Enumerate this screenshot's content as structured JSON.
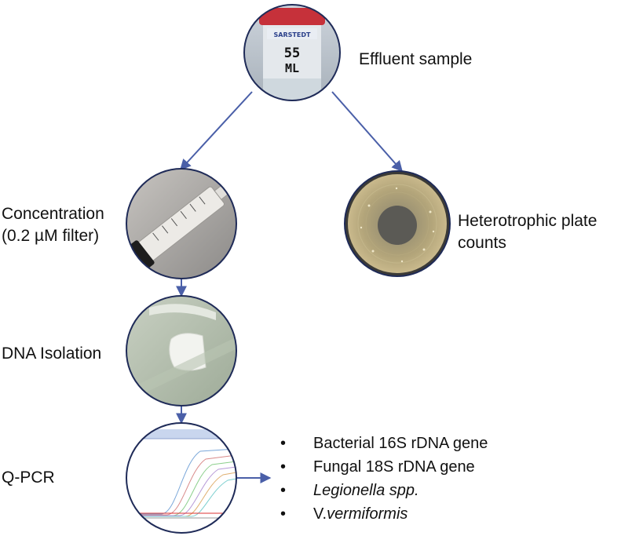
{
  "nodes": {
    "effluent": {
      "label": "Effluent sample",
      "photo_text": {
        "brand": "SARSTEDT",
        "volume_line1": "55",
        "volume_line2": "ML"
      }
    },
    "concentration": {
      "label_line1": "Concentration",
      "label_line2": "(0.2 µM filter)"
    },
    "hpc": {
      "label_line1": "Heterotrophic plate",
      "label_line2": "counts"
    },
    "dna": {
      "label": "DNA Isolation"
    },
    "qpcr": {
      "label": "Q-PCR"
    }
  },
  "qpcr_targets": [
    {
      "text": "Bacterial 16S rDNA gene",
      "italic": false
    },
    {
      "text": "Fungal 18S rDNA gene",
      "italic": false
    },
    {
      "text": "Legionella spp.",
      "italic": true
    },
    {
      "prefix": "V.",
      "text": "vermiformis",
      "italic": true
    }
  ],
  "bullet_glyph": "•",
  "colors": {
    "arrow": "#4a5fa8",
    "circle_border": "#1f2b58",
    "text": "#111111"
  }
}
